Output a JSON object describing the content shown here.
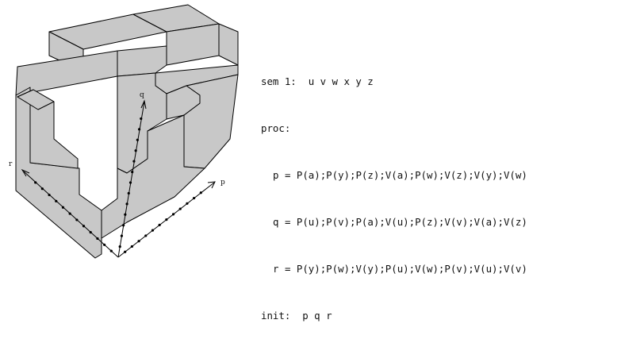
{
  "colors": {
    "face": "#c8c8c8",
    "edge": "#000000",
    "axis": "#000000",
    "text": "#111111"
  },
  "diagram": {
    "axes": [
      {
        "name": "p",
        "label": "p",
        "marks": 12
      },
      {
        "name": "q",
        "label": "q",
        "marks": 13
      },
      {
        "name": "r",
        "label": "r",
        "marks": 12
      }
    ]
  },
  "program": {
    "sem_keyword": "sem 1:",
    "sem_vars": "u v w x y z",
    "proc_keyword": "proc:",
    "procs": [
      {
        "name": "p",
        "eq": "=",
        "body": "P(a);P(y);P(z);V(a);P(w);V(z);V(y);V(w)"
      },
      {
        "name": "q",
        "eq": "=",
        "body": "P(u);P(v);P(a);V(u);P(z);V(v);V(a);V(z)"
      },
      {
        "name": "r",
        "eq": "=",
        "body": "P(y);P(w);V(y);P(u);V(w);P(v);V(u);V(v)"
      }
    ],
    "init_keyword": "init:",
    "init_procs": "p q r"
  }
}
